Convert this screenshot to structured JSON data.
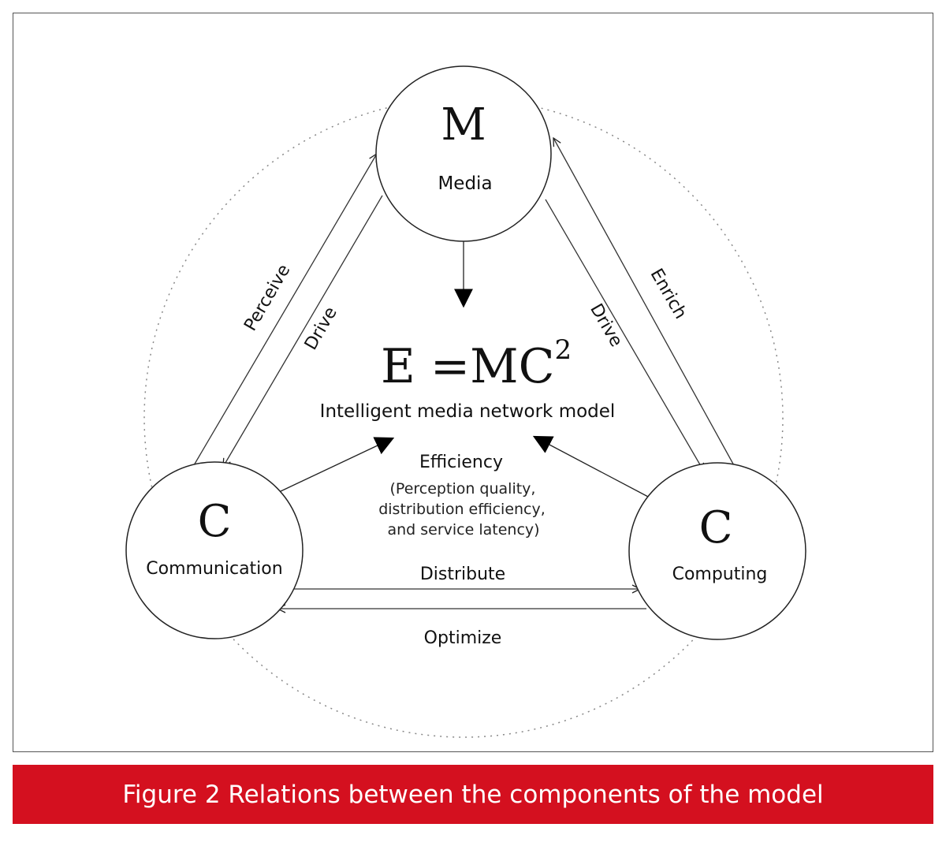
{
  "nodes": {
    "media": {
      "letter": "M",
      "label": "Media"
    },
    "communication": {
      "letter": "C",
      "label": "Communication"
    },
    "computing": {
      "letter": "C",
      "label": "Computing"
    }
  },
  "edges": {
    "perceive": "Perceive",
    "drive_left": "Drive",
    "drive_right": "Drive",
    "enrich": "Enrich",
    "distribute": "Distribute",
    "optimize": "Optimize"
  },
  "center": {
    "formula_base": "E =MC",
    "formula_exponent": "2",
    "title": "Intelligent media network model",
    "efficiency": "Efficiency",
    "efficiency_line1": "(Perception quality,",
    "efficiency_line2": "distribution efficiency,",
    "efficiency_line3": "and service latency)"
  },
  "caption": "Figure 2 Relations between the components of the model",
  "colors": {
    "caption_bg": "#d4101f",
    "caption_text": "#ffffff",
    "ink": "#111111"
  }
}
